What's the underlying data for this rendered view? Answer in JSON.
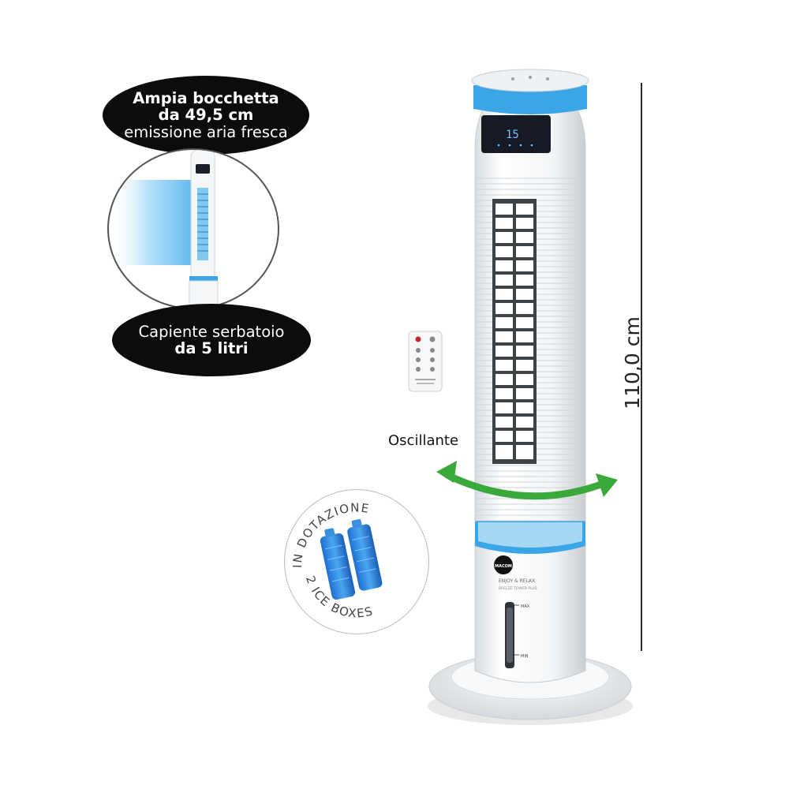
{
  "features": {
    "outlet": {
      "line1": "Ampia bocchetta",
      "line2": "da 49,5 cm",
      "line3": "emissione aria fresca"
    },
    "tank": {
      "line1": "Capiente serbatoio",
      "line2": "da 5 litri"
    }
  },
  "dimension": {
    "height_label": "110,0 cm"
  },
  "oscillation": {
    "label": "Oscillante"
  },
  "badge": {
    "top_text": "IN DOTAZIONE",
    "bottom_text": "2 ICE BOXES"
  },
  "product": {
    "display_value": "15",
    "brand_logo": "MACOM",
    "tagline": "ENJOY & RELAX",
    "model": "BREEZE TOWER PLUS",
    "tank_max_label": "MAX",
    "tank_min_label": "MIN"
  },
  "colors": {
    "accent_blue": "#3aa6e6",
    "bubble_bg": "#0c0c0c",
    "arrow_green": "#3aa83a"
  }
}
